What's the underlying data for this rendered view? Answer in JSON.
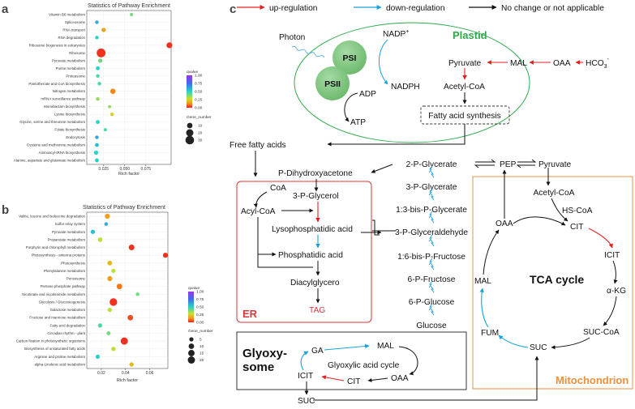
{
  "panel_letters": {
    "a": "a",
    "b": "b",
    "c": "c"
  },
  "chart_data": [
    {
      "type": "scatter",
      "title": "Statistics of Pathway Enrichment",
      "xlabel": "Rich factor",
      "ylabel": "",
      "xlim": [
        0.005,
        0.105
      ],
      "xticks": [
        "0.025",
        "0.050",
        "0.075"
      ],
      "xtick_values": [
        0.025,
        0.05,
        0.075
      ],
      "grid": true,
      "legend_placement": "right",
      "color_legend": {
        "title": "qvalue",
        "ticks": [
          "1.00",
          "0.75",
          "0.50",
          "0.25",
          "0.00"
        ],
        "low_color": "#f02020",
        "high_color": "#9a35ee"
      },
      "size_legend": {
        "title": "Gene_number",
        "values": [
          10,
          20,
          30
        ]
      },
      "categories": [
        "Vitamin B6 metabolism",
        "Spliceosome",
        "RNA transport",
        "RNA degradation",
        "Ribosome biogenesis in eukaryotes",
        "Ribosome",
        "Pyruvate metabolism",
        "Purine metabolism",
        "Proteasome",
        "Pantothenate and CoA biosynthesis",
        "Nitrogen metabolism",
        "mRNA surveillance pathway",
        "Monobactam biosynthesis",
        "Lysine biosynthesis",
        "Glycine, serine and threonine metabolism",
        "Folate biosynthesis",
        "Endocytosis",
        "Cysteine and methionine metabolism",
        "Aminoacyl-tRNA biosynthesis",
        "Alanine, aspartate and glutamate metabolism"
      ],
      "series": [
        {
          "x": [
            0.058,
            0.017,
            0.025,
            0.017,
            0.103,
            0.022,
            0.021,
            0.018,
            0.018,
            0.02,
            0.036,
            0.018,
            0.032,
            0.035,
            0.018,
            0.027,
            0.017,
            0.017,
            0.016,
            0.017
          ],
          "qvalue": [
            0.4,
            0.6,
            0.15,
            0.5,
            0.02,
            0.02,
            0.4,
            0.5,
            0.45,
            0.45,
            0.12,
            0.35,
            0.35,
            0.25,
            0.5,
            0.45,
            0.6,
            0.55,
            0.5,
            0.5
          ],
          "gene_number": [
            2,
            3,
            5,
            3,
            12,
            32,
            5,
            4,
            3,
            3,
            9,
            3,
            2,
            3,
            4,
            2,
            3,
            4,
            5,
            4
          ]
        }
      ]
    },
    {
      "type": "scatter",
      "title": "Statistics of Pathway Enrichment",
      "xlabel": "Rich factor",
      "ylabel": "",
      "xlim": [
        0.008,
        0.075
      ],
      "xticks": [
        "0.02",
        "0.04",
        "0.06"
      ],
      "xtick_values": [
        0.02,
        0.04,
        0.06
      ],
      "grid": true,
      "legend_placement": "right",
      "color_legend": {
        "title": "qvalue",
        "ticks": [
          "1.00",
          "0.75",
          "0.50",
          "0.25",
          "0.00"
        ],
        "low_color": "#f02020",
        "high_color": "#9a35ee"
      },
      "size_legend": {
        "title": "Gene_number",
        "values": [
          5,
          10,
          15,
          20
        ]
      },
      "categories": [
        "Valine, leucine and isoleucine degradation",
        "Sulfur relay system",
        "Pyruvate metabolism",
        "Propanoate metabolism",
        "Porphyrin and chlorophyll metabolism",
        "Photosynthesis - antenna proteins",
        "Photosynthesis",
        "Phenylalanine metabolism",
        "Peroxisome",
        "Pentose phosphate pathway",
        "Nicotinate and nicotinamide metabolism",
        "Glycolysis / Gluconeogenesis",
        "Galactose metabolism",
        "Fructose and mannose metabolism",
        "Fatty acid degradation",
        "Circadian rhythm - plant",
        "Carbon fixation in photosynthetic organisms",
        "Biosynthesis of unsaturated fatty acids",
        "Arginine and proline metabolism",
        "alpha-Linolenic acid metabolism"
      ],
      "series": [
        {
          "x": [
            0.025,
            0.024,
            0.013,
            0.019,
            0.045,
            0.073,
            0.027,
            0.03,
            0.027,
            0.035,
            0.05,
            0.03,
            0.027,
            0.044,
            0.019,
            0.026,
            0.039,
            0.03,
            0.017,
            0.045
          ],
          "qvalue": [
            0.15,
            0.6,
            0.55,
            0.3,
            0.02,
            0.02,
            0.2,
            0.3,
            0.15,
            0.1,
            0.4,
            0.02,
            0.3,
            0.05,
            0.45,
            0.4,
            0.02,
            0.3,
            0.5,
            0.2
          ],
          "gene_number": [
            8,
            3,
            5,
            6,
            11,
            8,
            7,
            5,
            8,
            10,
            3,
            22,
            5,
            10,
            5,
            4,
            20,
            5,
            5,
            5
          ]
        }
      ]
    }
  ],
  "pathway": {
    "legend": {
      "up_label": "up-regulation",
      "down_label": "down-regulation",
      "none_label": "No change or not applicable",
      "up_color": "#e02020",
      "down_color": "#1ca0d8",
      "none_color": "#111111"
    },
    "colors": {
      "plastid": "#2eaa4a",
      "er": "#d03a3a",
      "mitochondrion": "#e89040",
      "photosystem": "#7bc47b"
    },
    "plastid": {
      "label": "Plastid",
      "photon": "Photon",
      "psi": "PSI",
      "psii": "PSII",
      "nadp": "NADP",
      "nadp_sup": "+",
      "nadph": "NADPH",
      "adp": "ADP",
      "atp": "ATP",
      "pyruvate": "Pyruvate",
      "mal": "MAL",
      "oaa": "OAA",
      "hco3": "HCO",
      "hco3_sub": "3",
      "hco3_sup": "-",
      "acetyl_coa": "Acetyl-CoA",
      "fas": "Fatty acid synthesis"
    },
    "free_fatty_acids": "Free fatty acids",
    "er": {
      "label": "ER",
      "p_dihydroxyacetone": "P-Dihydroxyacetone",
      "coa": "CoA",
      "glycerol_3p": "3-P-Glycerol",
      "acyl_coa": "Acyl-CoA",
      "lysopa": "Lysophosphatidic acid",
      "pa": "Phosphatidic acid",
      "dag": "Diacylglycero",
      "tag": "TAG"
    },
    "glycolysis": {
      "g2p": "2-P-Glycerate",
      "pep": "PEP",
      "pyruvate": "Pyruvate",
      "g3p": "3-P-Glycerate",
      "bpg": "1:3-bis-P-Glycerate",
      "gap": "3-P-Glyceraldehyde",
      "fbp": "1:6-bis-P-Fructose",
      "f6p": "6-P-Fructose",
      "g6p": "6-P-Glucose",
      "glucose": "Glucose"
    },
    "glyoxysome": {
      "label_line1": "Glyoxy-",
      "label_line2": "some",
      "ga": "GA",
      "mal": "MAL",
      "cycle": "Glyoxylic acid cycle",
      "icit": "ICIT",
      "cit": "CIT",
      "oaa": "OAA",
      "suc": "SUC"
    },
    "mito": {
      "label": "Mitochondrion",
      "acetyl_coa": "Acetyl-CoA",
      "hs_coa": "HS-CoA",
      "oaa": "OAA",
      "cit": "CIT",
      "icit": "ICIT",
      "mal": "MAL",
      "tca": "TCA cycle",
      "akg": "α-KG",
      "fum": "FUM",
      "suc_coa": "SUC-CoA",
      "suc": "SUC"
    }
  }
}
